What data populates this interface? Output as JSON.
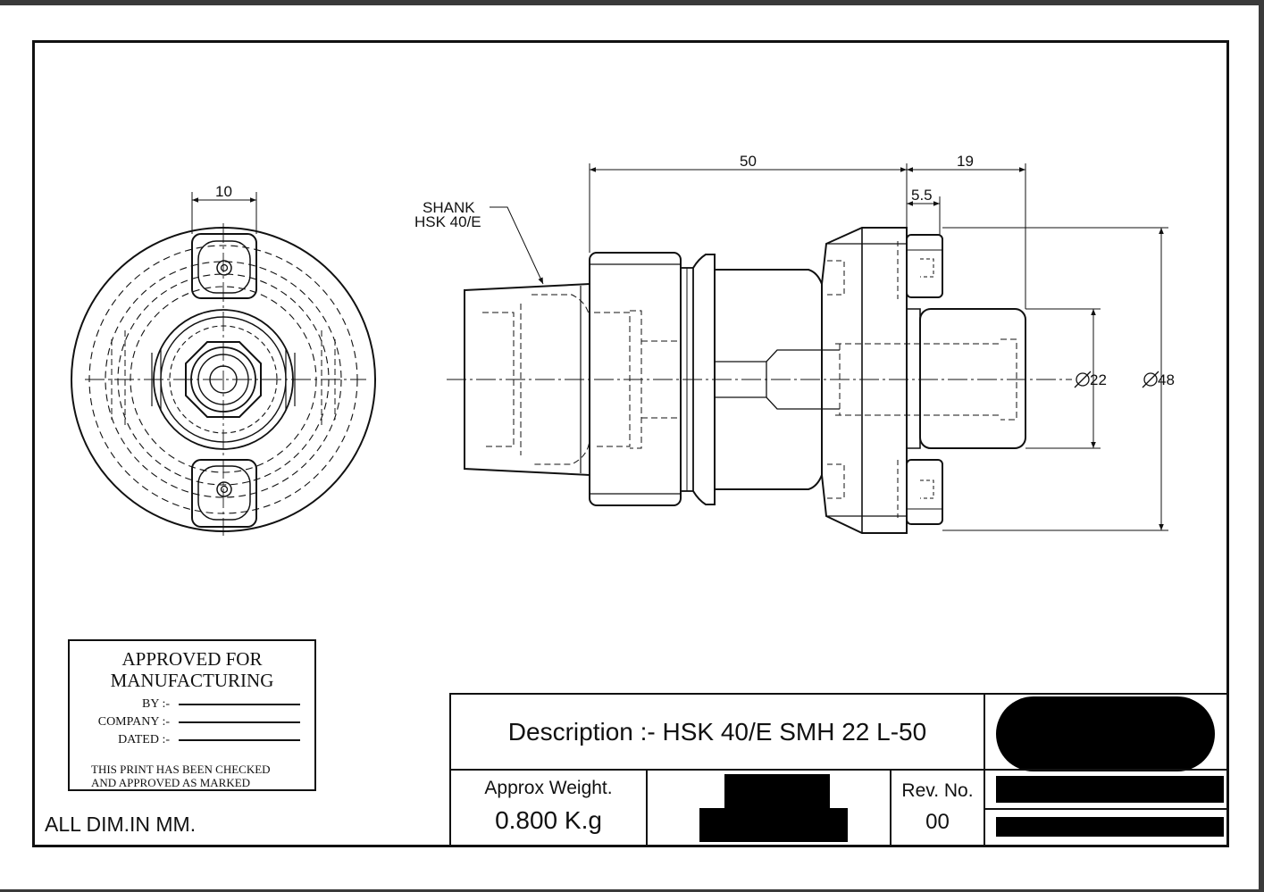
{
  "drawing": {
    "dimensions": {
      "front_width": "10",
      "length_main": "50",
      "length_tail": "19",
      "step": "5.5",
      "dia_small": "22",
      "dia_large": "48"
    },
    "shank_label": {
      "line1": "SHANK",
      "line2": "HSK 40/E"
    }
  },
  "approval": {
    "title_line1": "APPROVED FOR",
    "title_line2": "MANUFACTURING",
    "by_label": "BY :-",
    "company_label": "COMPANY :-",
    "dated_label": "DATED :-",
    "note_line1": "THIS PRINT HAS BEEN CHECKED",
    "note_line2": "AND APPROVED AS MARKED"
  },
  "units_note": "ALL DIM.IN MM.",
  "title_block": {
    "description": "Description :- HSK 40/E SMH 22 L-50",
    "weight_label": "Approx Weight.",
    "weight_value": "0.800 K.g",
    "rev_label": "Rev. No.",
    "rev_value": "00"
  }
}
